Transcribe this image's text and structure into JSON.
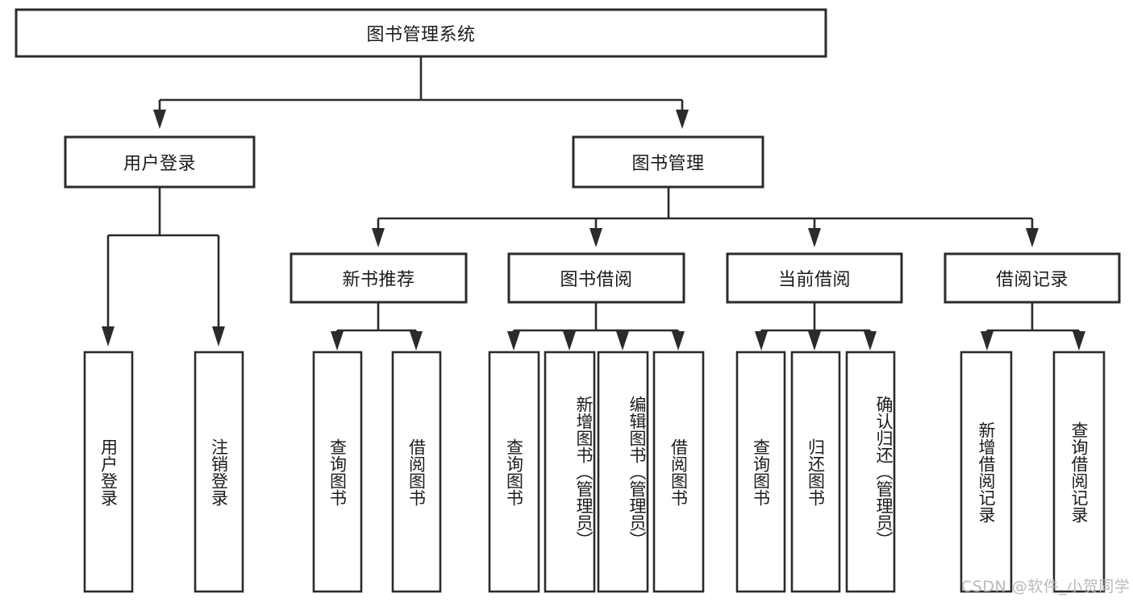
{
  "diagram": {
    "type": "tree-hierarchy-flowchart",
    "title": "图书管理系统",
    "orientation": "top-down",
    "watermark": "CSDN @软件_小贺同学",
    "colors": {
      "background": "#ffffff",
      "node_fill": "#ffffff",
      "node_stroke": "#2b2b2b",
      "edge": "#2b2b2b",
      "text": "#1b1b1b",
      "watermark": "#b9b9b9"
    },
    "levels": {
      "root": [
        "图书管理系统"
      ],
      "level1": [
        "用户登录",
        "图书管理"
      ],
      "level2": [
        "新书推荐",
        "图书借阅",
        "当前借阅",
        "借阅记录"
      ],
      "leaves": [
        "用户登录",
        "注销登录",
        "查询图书",
        "借阅图书",
        "查询图书",
        "新增图书（管理员）",
        "编辑图书（管理员）",
        "借阅图书",
        "查询图书",
        "归还图书",
        "确认归还（管理员）",
        "新增借阅记录",
        "查询借阅记录"
      ]
    },
    "nodes": {
      "root": {
        "label": "图书管理系统"
      },
      "user_login": {
        "label": "用户登录"
      },
      "book_manage": {
        "label": "图书管理"
      },
      "new_book_rec": {
        "label": "新书推荐"
      },
      "book_borrow": {
        "label": "图书借阅"
      },
      "current_borrow": {
        "label": "当前借阅"
      },
      "borrow_record": {
        "label": "借阅记录"
      },
      "leaf_user_login": {
        "label": "用户登录"
      },
      "leaf_logout": {
        "label": "注销登录"
      },
      "leaf_query_book_a": {
        "label": "查询图书"
      },
      "leaf_borrow_book_a": {
        "label": "借阅图书"
      },
      "leaf_query_book_b": {
        "label": "查询图书"
      },
      "leaf_add_book": {
        "label": "新增图书（管理员）"
      },
      "leaf_edit_book": {
        "label": "编辑图书（管理员）"
      },
      "leaf_borrow_book_b": {
        "label": "借阅图书"
      },
      "leaf_query_book_c": {
        "label": "查询图书"
      },
      "leaf_return_book": {
        "label": "归还图书"
      },
      "leaf_confirm_return": {
        "label": "确认归还（管理员）"
      },
      "leaf_add_record": {
        "label": "新增借阅记录"
      },
      "leaf_query_record": {
        "label": "查询借阅记录"
      }
    },
    "edges": [
      {
        "from": "root",
        "to": "user_login"
      },
      {
        "from": "root",
        "to": "book_manage"
      },
      {
        "from": "user_login",
        "to": "leaf_user_login"
      },
      {
        "from": "user_login",
        "to": "leaf_logout"
      },
      {
        "from": "book_manage",
        "to": "new_book_rec"
      },
      {
        "from": "book_manage",
        "to": "book_borrow"
      },
      {
        "from": "book_manage",
        "to": "current_borrow"
      },
      {
        "from": "book_manage",
        "to": "borrow_record"
      },
      {
        "from": "new_book_rec",
        "to": "leaf_query_book_a"
      },
      {
        "from": "new_book_rec",
        "to": "leaf_borrow_book_a"
      },
      {
        "from": "book_borrow",
        "to": "leaf_query_book_b"
      },
      {
        "from": "book_borrow",
        "to": "leaf_add_book"
      },
      {
        "from": "book_borrow",
        "to": "leaf_edit_book"
      },
      {
        "from": "book_borrow",
        "to": "leaf_borrow_book_b"
      },
      {
        "from": "current_borrow",
        "to": "leaf_query_book_c"
      },
      {
        "from": "current_borrow",
        "to": "leaf_return_book"
      },
      {
        "from": "current_borrow",
        "to": "leaf_confirm_return"
      },
      {
        "from": "borrow_record",
        "to": "leaf_add_record"
      },
      {
        "from": "borrow_record",
        "to": "leaf_query_record"
      }
    ]
  }
}
